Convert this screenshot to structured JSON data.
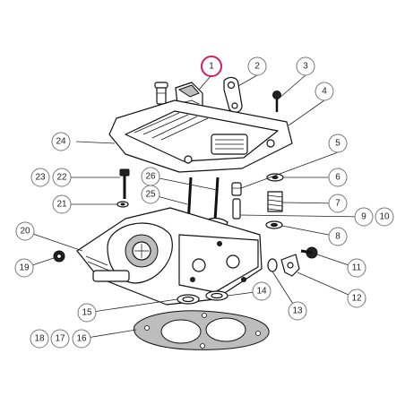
{
  "diagram": {
    "highlight_color": "#d81b60",
    "line_color": "#222222",
    "callouts": [
      {
        "label": "1"
      },
      {
        "label": "2"
      },
      {
        "label": "3"
      },
      {
        "label": "4"
      },
      {
        "label": "5"
      },
      {
        "label": "6"
      },
      {
        "label": "7"
      },
      {
        "label": "8"
      },
      {
        "label": "9"
      },
      {
        "label": "10"
      },
      {
        "label": "11"
      },
      {
        "label": "12"
      },
      {
        "label": "13"
      },
      {
        "label": "14"
      },
      {
        "label": "15"
      },
      {
        "label": "16"
      },
      {
        "label": "17"
      },
      {
        "label": "18"
      },
      {
        "label": "19"
      },
      {
        "label": "20"
      },
      {
        "label": "21"
      },
      {
        "label": "22"
      },
      {
        "label": "23"
      },
      {
        "label": "24"
      },
      {
        "label": "25"
      },
      {
        "label": "26"
      }
    ]
  }
}
